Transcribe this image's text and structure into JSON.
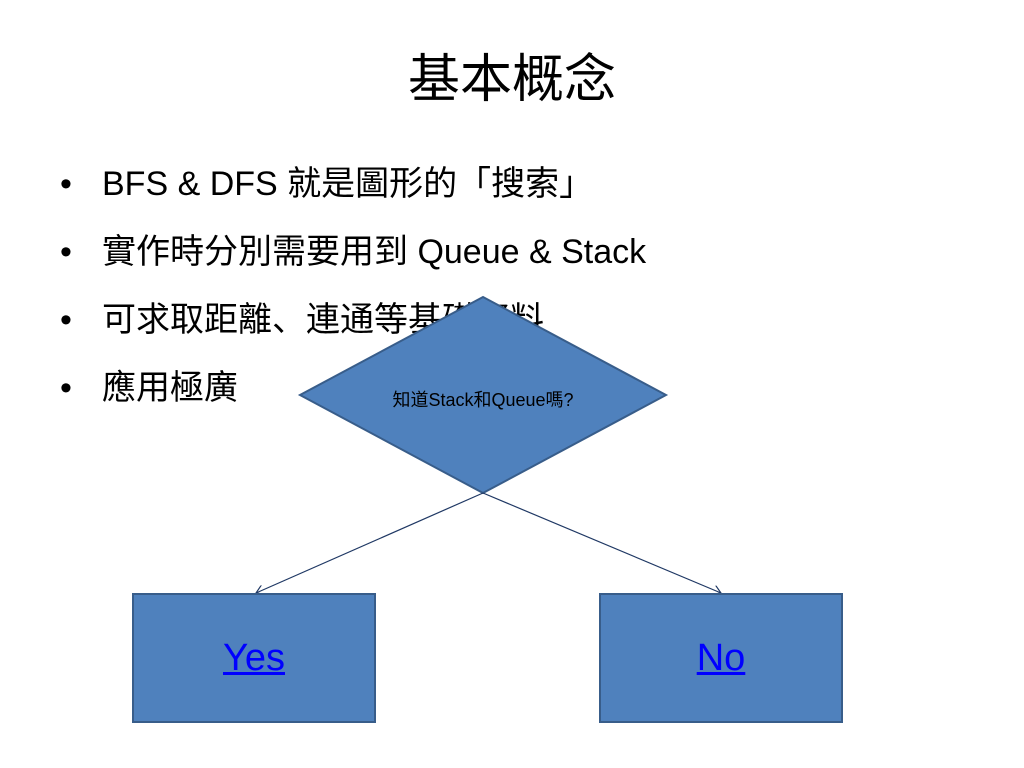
{
  "slide": {
    "title": "基本概念",
    "bullets": [
      "BFS & DFS 就是圖形的「搜索」",
      "實作時分別需要用到 Queue & Stack",
      "可求取距離、連通等基礎資料",
      "應用極廣"
    ],
    "bullet_glyph": "•"
  },
  "diagram": {
    "decision": "知道Stack和Queue嗎?",
    "yes_label": "Yes",
    "no_label": "No",
    "fill_color": "#4f81bd",
    "border_color": "#385d8a",
    "link_color": "#0000ff"
  }
}
